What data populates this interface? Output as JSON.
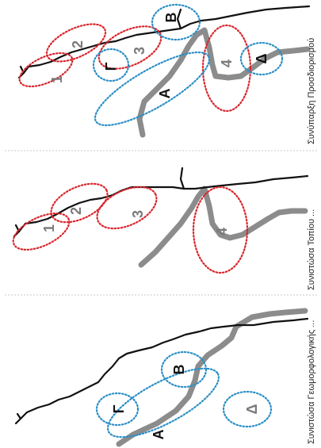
{
  "colors": {
    "red": "#d9262c",
    "blue": "#2a8fc6",
    "black_road": "#111111",
    "gray_road": "#8c8c8c",
    "label_gray": "#7a7a7a",
    "label_black": "#111111"
  },
  "panel_left": {
    "labels": {
      "A": "Α",
      "B": "Β",
      "G": "Γ",
      "D": "Δ"
    },
    "caption": "Συνιστώσα Γεωμορφολογικής ..."
  },
  "panel_middle": {
    "labels": {
      "1": "1",
      "2": "2",
      "3": "3",
      "4": "4"
    },
    "caption": "Συνιστώσα Τοπίου ..."
  },
  "panel_right": {
    "labels": {
      "1": "1",
      "2": "2",
      "3": "3",
      "4": "4",
      "A": "Α",
      "B": "Β",
      "G": "Γ",
      "D": "Δ"
    },
    "caption": "Συνύπαρξη Προσδιορισμού"
  }
}
